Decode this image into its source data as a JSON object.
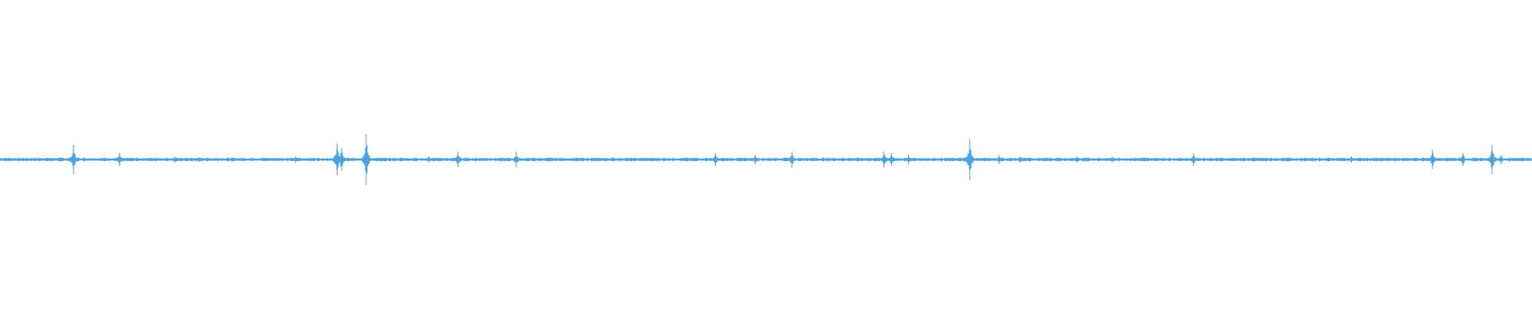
{
  "waveform": {
    "color": "#4aa3df",
    "background": "#ffffff",
    "baseline_amplitude": 0.012,
    "peaks": [
      {
        "t": 0.048,
        "amp": 0.09
      },
      {
        "t": 0.078,
        "amp": 0.04
      },
      {
        "t": 0.114,
        "amp": 0.02
      },
      {
        "t": 0.13,
        "amp": 0.015
      },
      {
        "t": 0.193,
        "amp": 0.02
      },
      {
        "t": 0.22,
        "amp": 0.1
      },
      {
        "t": 0.223,
        "amp": 0.07
      },
      {
        "t": 0.239,
        "amp": 0.16
      },
      {
        "t": 0.28,
        "amp": 0.02
      },
      {
        "t": 0.299,
        "amp": 0.05
      },
      {
        "t": 0.337,
        "amp": 0.05
      },
      {
        "t": 0.467,
        "amp": 0.04
      },
      {
        "t": 0.493,
        "amp": 0.03
      },
      {
        "t": 0.517,
        "amp": 0.05
      },
      {
        "t": 0.577,
        "amp": 0.05
      },
      {
        "t": 0.582,
        "amp": 0.04
      },
      {
        "t": 0.593,
        "amp": 0.03
      },
      {
        "t": 0.633,
        "amp": 0.13
      },
      {
        "t": 0.652,
        "amp": 0.03
      },
      {
        "t": 0.666,
        "amp": 0.02
      },
      {
        "t": 0.703,
        "amp": 0.02
      },
      {
        "t": 0.726,
        "amp": 0.02
      },
      {
        "t": 0.779,
        "amp": 0.04
      },
      {
        "t": 0.882,
        "amp": 0.02
      },
      {
        "t": 0.935,
        "amp": 0.06
      },
      {
        "t": 0.955,
        "amp": 0.04
      },
      {
        "t": 0.974,
        "amp": 0.09
      },
      {
        "t": 0.98,
        "amp": 0.03
      }
    ]
  }
}
